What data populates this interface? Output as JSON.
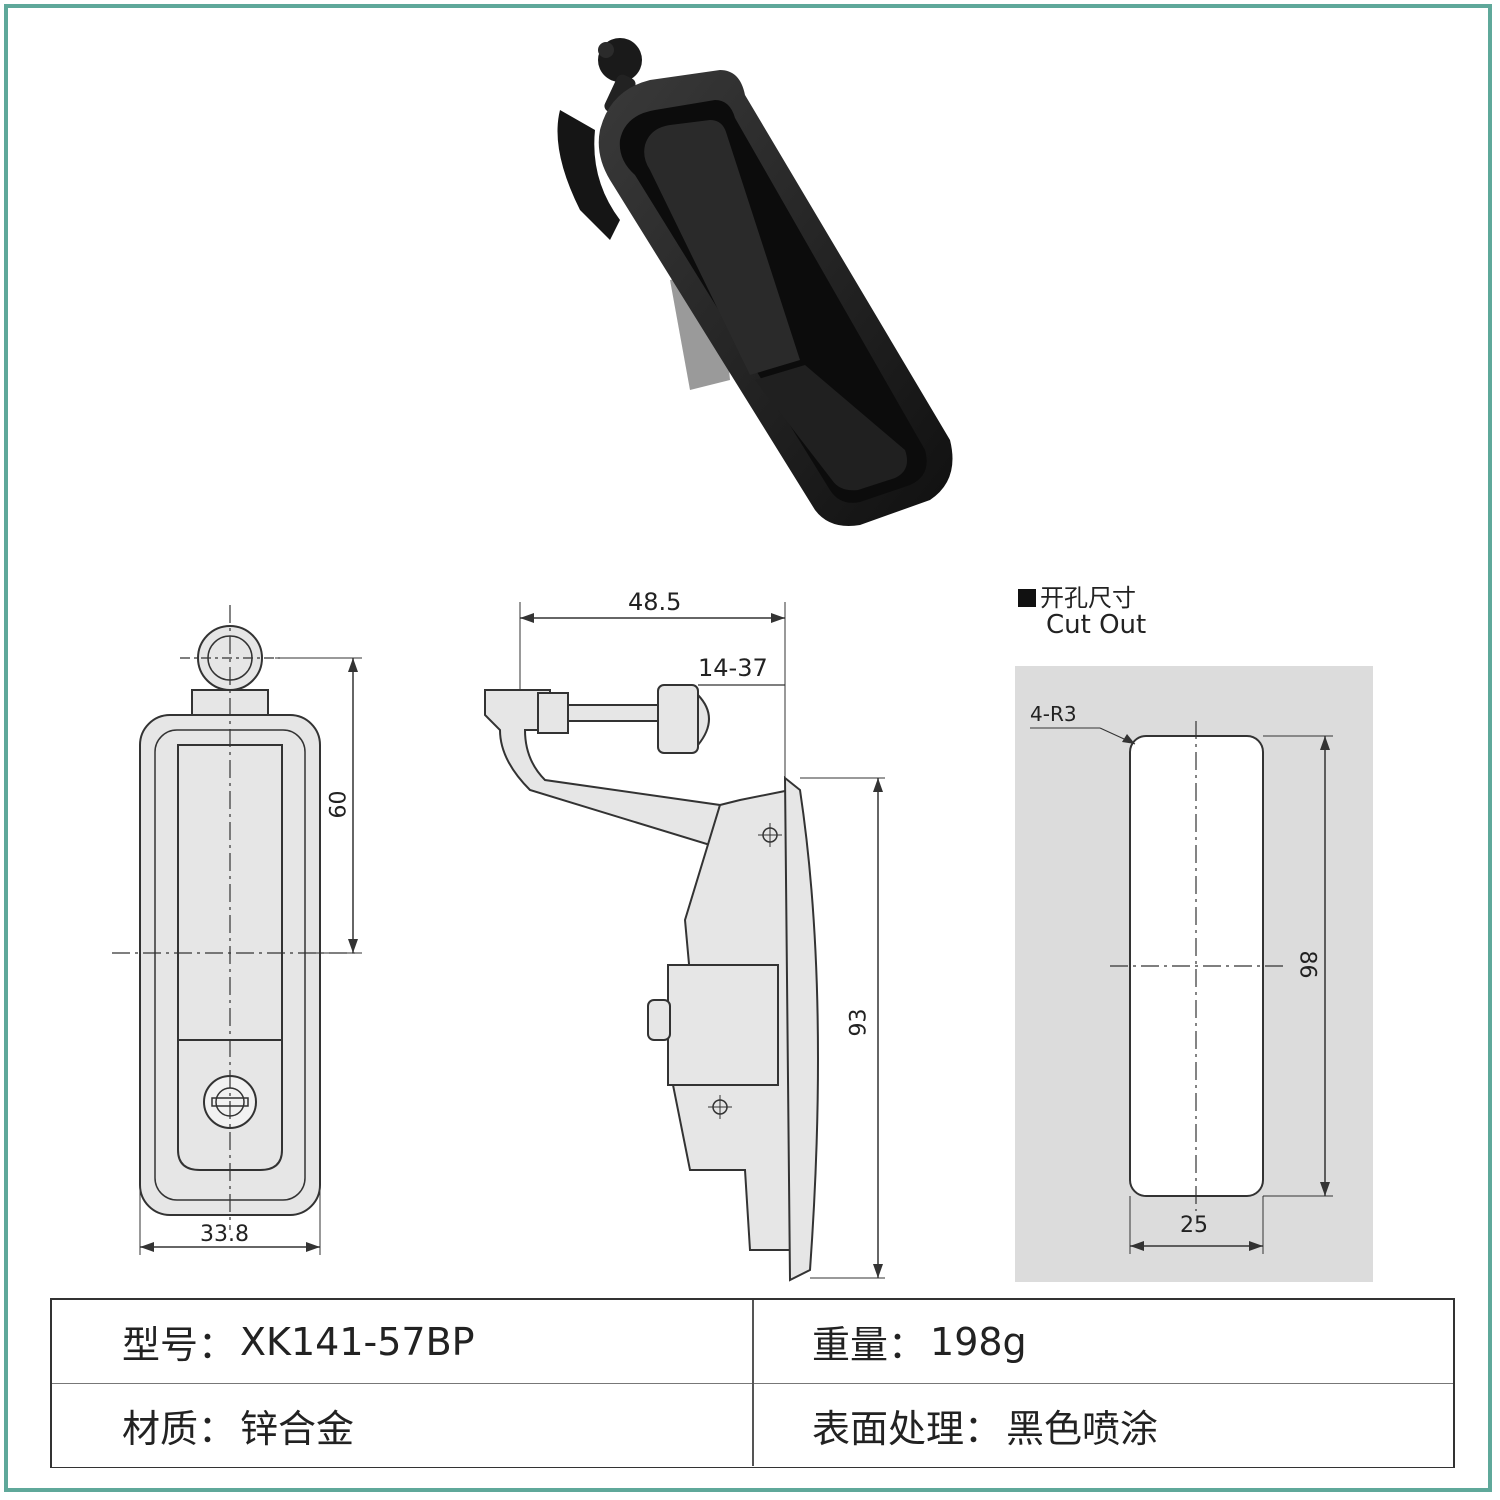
{
  "cutout": {
    "title_cn": "开孔尺寸",
    "title_en": "Cut Out",
    "radius_label": "4-R3",
    "height_label": "86",
    "width_label": "25"
  },
  "front_view": {
    "height_label": "60",
    "width_label": "33.8"
  },
  "side_view": {
    "reach_label": "48.5",
    "adjust_label": "14-37",
    "height_label": "93"
  },
  "specs": {
    "model_label": "型号：",
    "model_value": "XK141-57BP",
    "weight_label": "重量：",
    "weight_value": "198g",
    "material_label": "材质：",
    "material_value": "锌合金",
    "finish_label": "表面处理：",
    "finish_value": "黑色喷涂"
  },
  "colors": {
    "frame": "#5fa89a",
    "part_fill": "#e6e6e6",
    "cutout_panel": "#dcdcdc",
    "product_black": "#1c1c1c"
  }
}
